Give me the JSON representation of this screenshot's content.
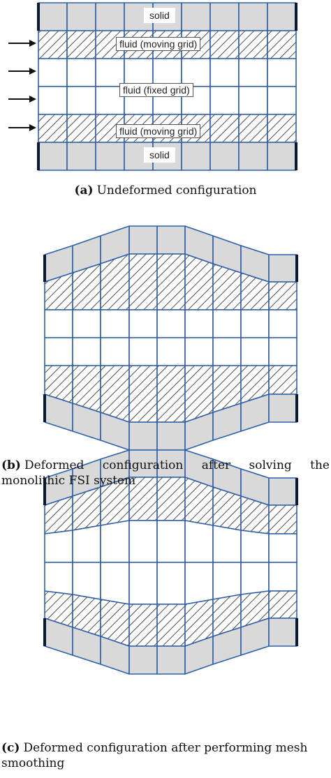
{
  "panel_a": {
    "labels": {
      "solid_top": "solid",
      "fluid_moving_top": "fluid (moving grid)",
      "fluid_fixed": "fluid (fixed grid)",
      "fluid_moving_bottom": "fluid (moving grid)",
      "solid_bottom": "solid"
    },
    "caption_tag": "(a)",
    "caption_text": "Undeformed configuration"
  },
  "panel_b": {
    "caption_tag": "(b)",
    "caption_text": "Deformed configuration after solving the monolithic FSI system"
  },
  "panel_c": {
    "caption_tag": "(c)",
    "caption_text": "Deformed configuration after performing mesh smoothing"
  },
  "colors": {
    "grid_line": "#2f5fa8",
    "solid_fill": "#d9d9d9",
    "hatch": "#222222",
    "clamp": "#0b1a33"
  }
}
